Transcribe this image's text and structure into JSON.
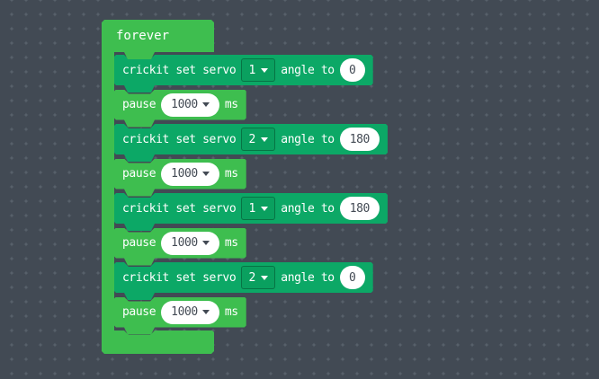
{
  "workspace": {
    "background_color": "#424a54",
    "dot_color": "#5a636d"
  },
  "colors": {
    "loops_green": "#3ebe4f",
    "crickit_green": "#0ca866",
    "crickit_dropdown": "#0aa05f",
    "field_bg": "#ffffff",
    "field_text": "#434a54"
  },
  "forever_block": {
    "label": "forever"
  },
  "blocks": [
    {
      "type": "crickit",
      "label_prefix": "crickit set servo",
      "servo": "1",
      "label_mid": "angle to",
      "angle": "0"
    },
    {
      "type": "pause",
      "label_prefix": "pause",
      "duration": "1000",
      "label_suffix": "ms"
    },
    {
      "type": "crickit",
      "label_prefix": "crickit set servo",
      "servo": "2",
      "label_mid": "angle to",
      "angle": "180"
    },
    {
      "type": "pause",
      "label_prefix": "pause",
      "duration": "1000",
      "label_suffix": "ms"
    },
    {
      "type": "crickit",
      "label_prefix": "crickit set servo",
      "servo": "1",
      "label_mid": "angle to",
      "angle": "180"
    },
    {
      "type": "pause",
      "label_prefix": "pause",
      "duration": "1000",
      "label_suffix": "ms"
    },
    {
      "type": "crickit",
      "label_prefix": "crickit set servo",
      "servo": "2",
      "label_mid": "angle to",
      "angle": "0"
    },
    {
      "type": "pause",
      "label_prefix": "pause",
      "duration": "1000",
      "label_suffix": "ms"
    }
  ]
}
